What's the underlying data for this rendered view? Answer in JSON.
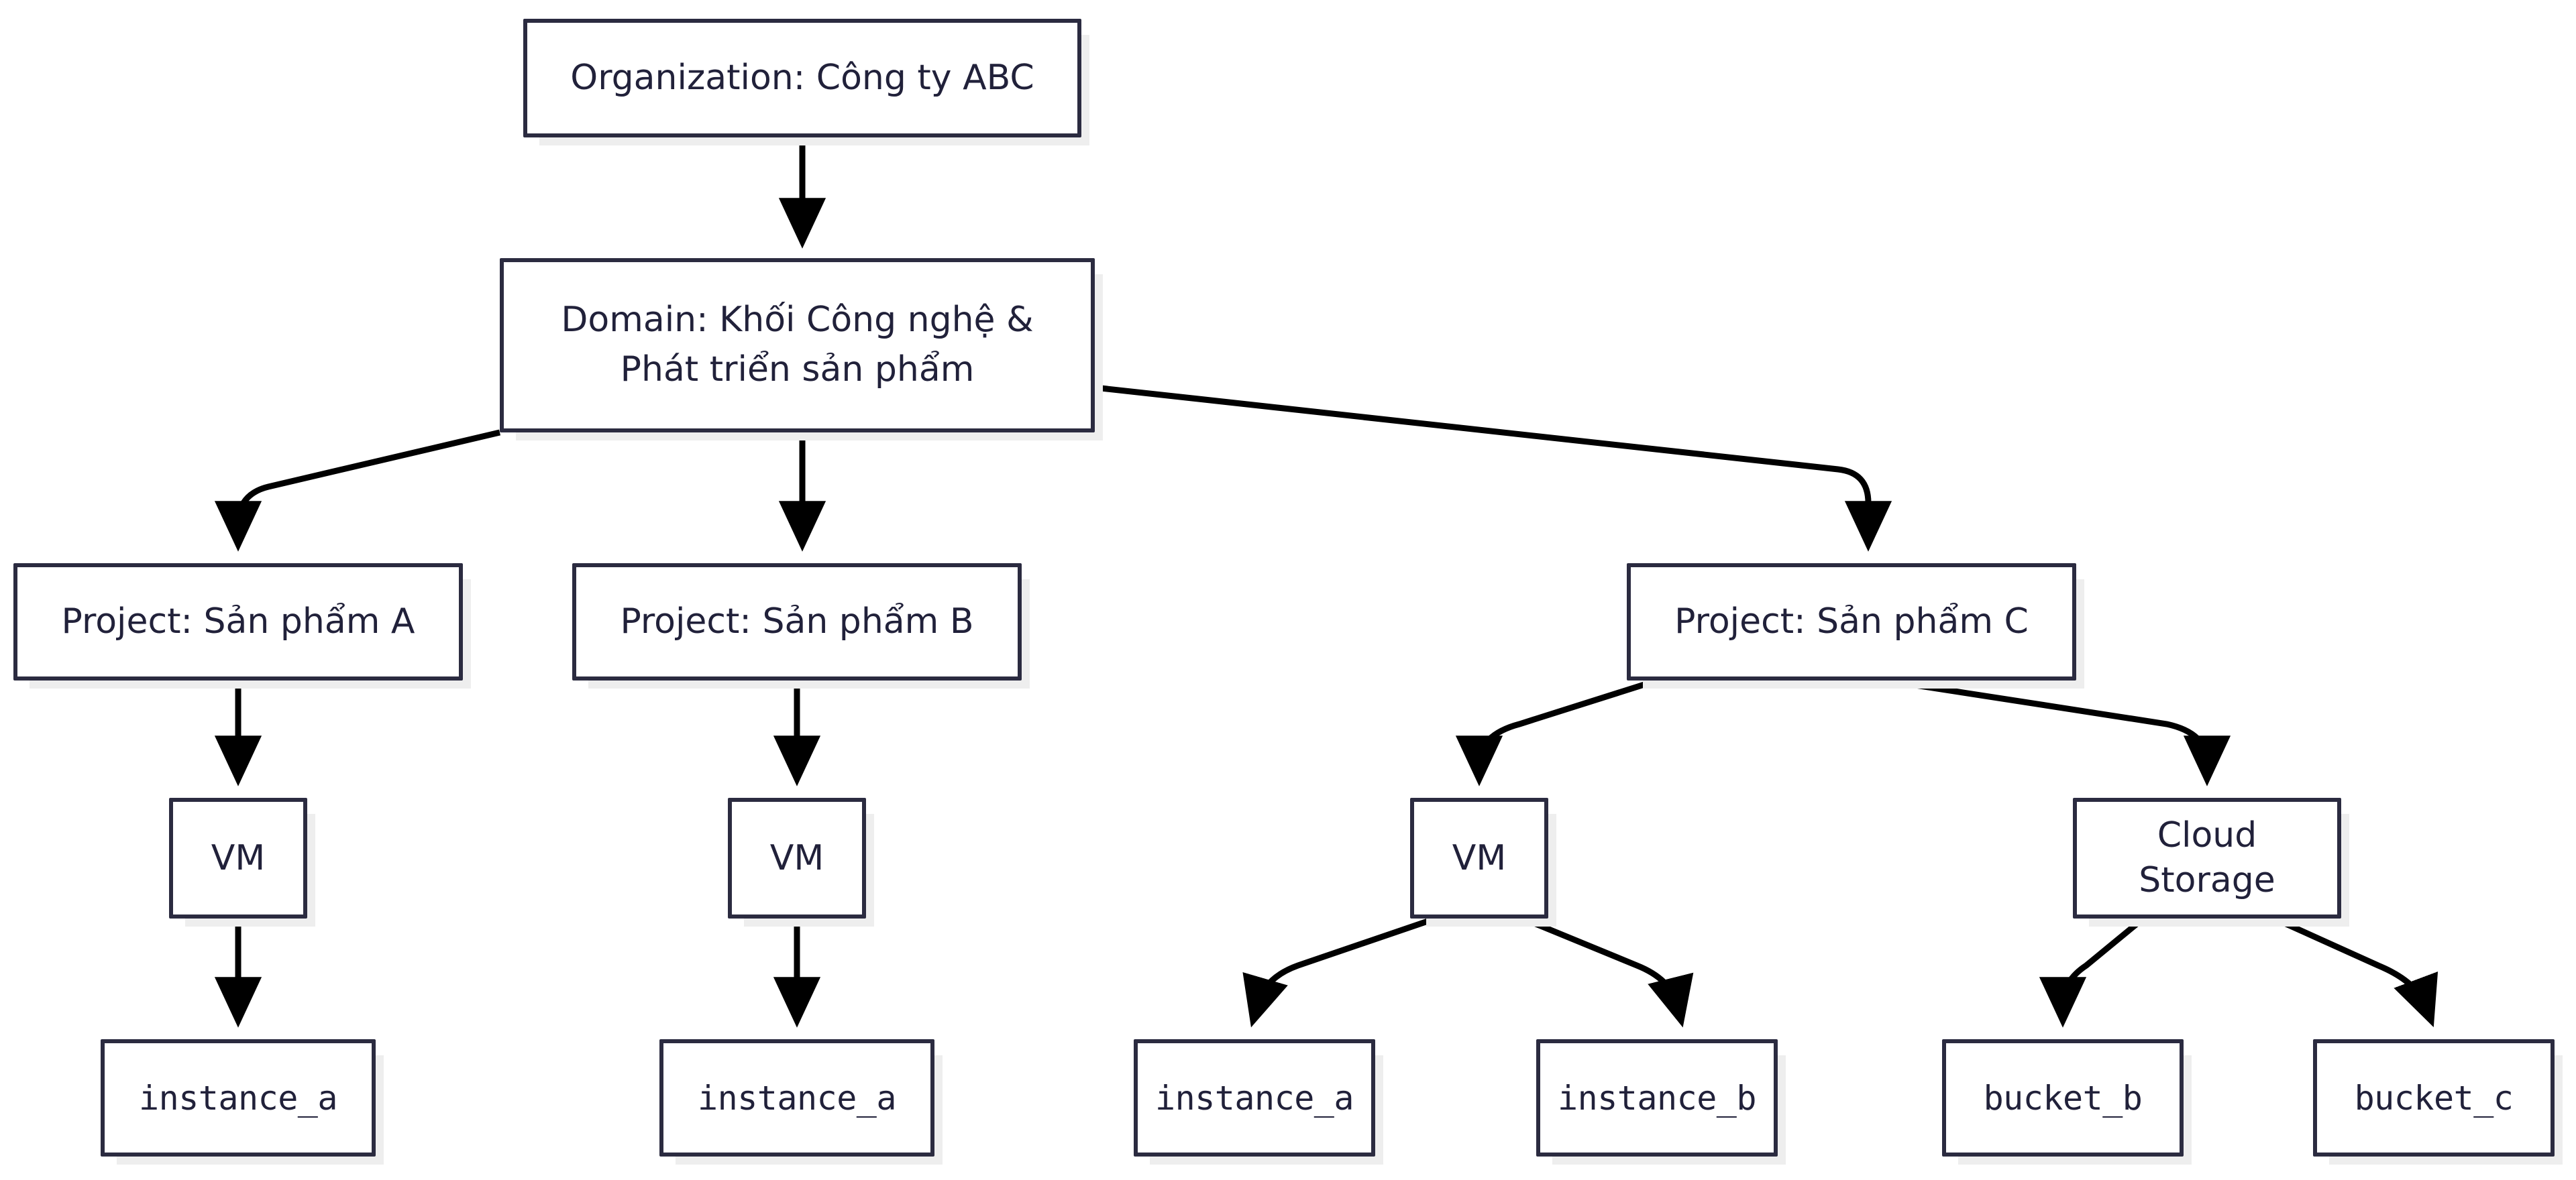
{
  "diagram": {
    "type": "tree-hierarchy",
    "title": "",
    "background_color": "#ffffff",
    "node_fill": "#ffffff",
    "node_border_color": "#2b2b40",
    "node_shadow_color": "#eeeeee",
    "text_color": "#21213a",
    "edge_color": "#000000"
  },
  "nodes": {
    "organization": {
      "label": "Organization: Công ty ABC"
    },
    "domain": {
      "label": "Domain: Khối Công nghệ &\nPhát triển sản phẩm"
    },
    "project_a": {
      "label": "Project: Sản phẩm A"
    },
    "project_b": {
      "label": "Project: Sản phẩm B"
    },
    "project_c": {
      "label": "Project: Sản phẩm C"
    },
    "vm_a": {
      "label": "VM"
    },
    "vm_b": {
      "label": "VM"
    },
    "vm_c": {
      "label": "VM"
    },
    "cloud_storage_c": {
      "label": "Cloud Storage"
    },
    "instance_a_1": {
      "label": "instance_a"
    },
    "instance_a_2": {
      "label": "instance_a"
    },
    "instance_a_3": {
      "label": "instance_a"
    },
    "instance_b_3": {
      "label": "instance_b"
    },
    "bucket_b": {
      "label": "bucket_b"
    },
    "bucket_c": {
      "label": "bucket_c"
    }
  },
  "edges": [
    {
      "from": "organization",
      "to": "domain"
    },
    {
      "from": "domain",
      "to": "project_a"
    },
    {
      "from": "domain",
      "to": "project_b"
    },
    {
      "from": "domain",
      "to": "project_c"
    },
    {
      "from": "project_a",
      "to": "vm_a"
    },
    {
      "from": "project_b",
      "to": "vm_b"
    },
    {
      "from": "project_c",
      "to": "vm_c"
    },
    {
      "from": "project_c",
      "to": "cloud_storage_c"
    },
    {
      "from": "vm_a",
      "to": "instance_a_1"
    },
    {
      "from": "vm_b",
      "to": "instance_a_2"
    },
    {
      "from": "vm_c",
      "to": "instance_a_3"
    },
    {
      "from": "vm_c",
      "to": "instance_b_3"
    },
    {
      "from": "cloud_storage_c",
      "to": "bucket_b"
    },
    {
      "from": "cloud_storage_c",
      "to": "bucket_c"
    }
  ]
}
